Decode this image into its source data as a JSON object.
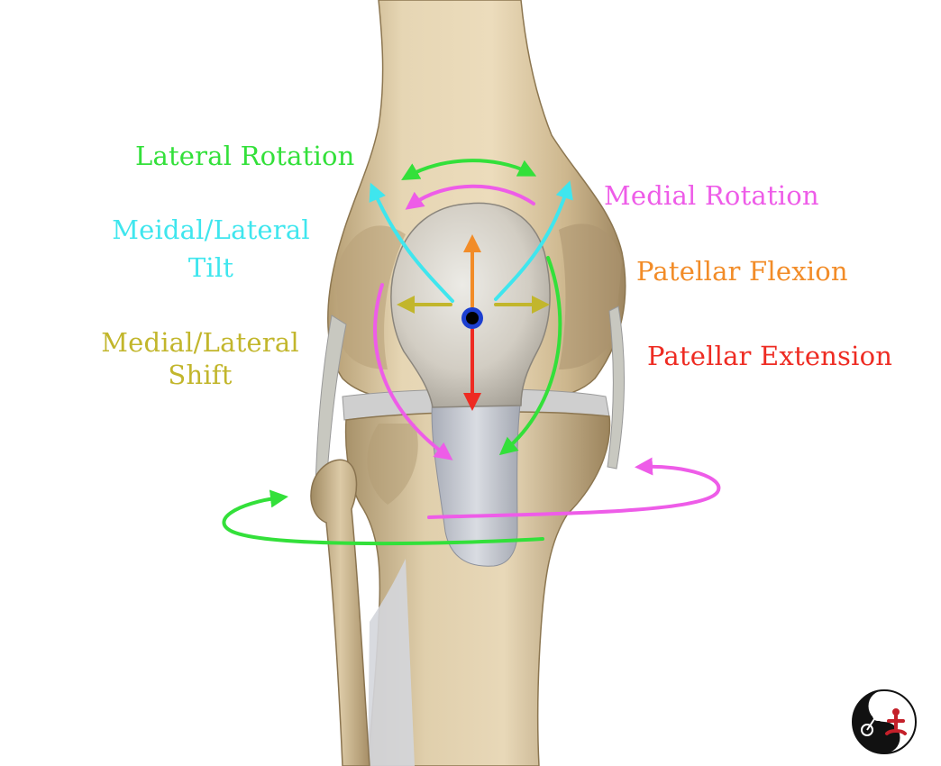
{
  "labels": {
    "lateral_rotation": "Lateral Rotation",
    "medial_rotation": "Medial Rotation",
    "tilt_line1": "Meidal/Lateral",
    "tilt_line2": "Tilt",
    "shift_line1": "Medial/Lateral",
    "shift_line2": "Shift",
    "patellar_flexion": "Patellar Flexion",
    "patellar_extension": "Patellar Extension"
  },
  "colors": {
    "lateral_rotation": "#33e03a",
    "medial_rotation": "#ee5ce8",
    "tilt": "#3fe6ee",
    "shift": "#c2b62c",
    "patellar_flexion": "#f28c28",
    "patellar_extension": "#ee2b22",
    "bone": "#dccba8",
    "bone_shadow": "#a8926a",
    "patella": "#d9d4cc",
    "ligament": "#c9ccd4",
    "center_point": "#1c3fd0"
  },
  "icons": {
    "logo": "cycling-yoga-logo-icon"
  }
}
